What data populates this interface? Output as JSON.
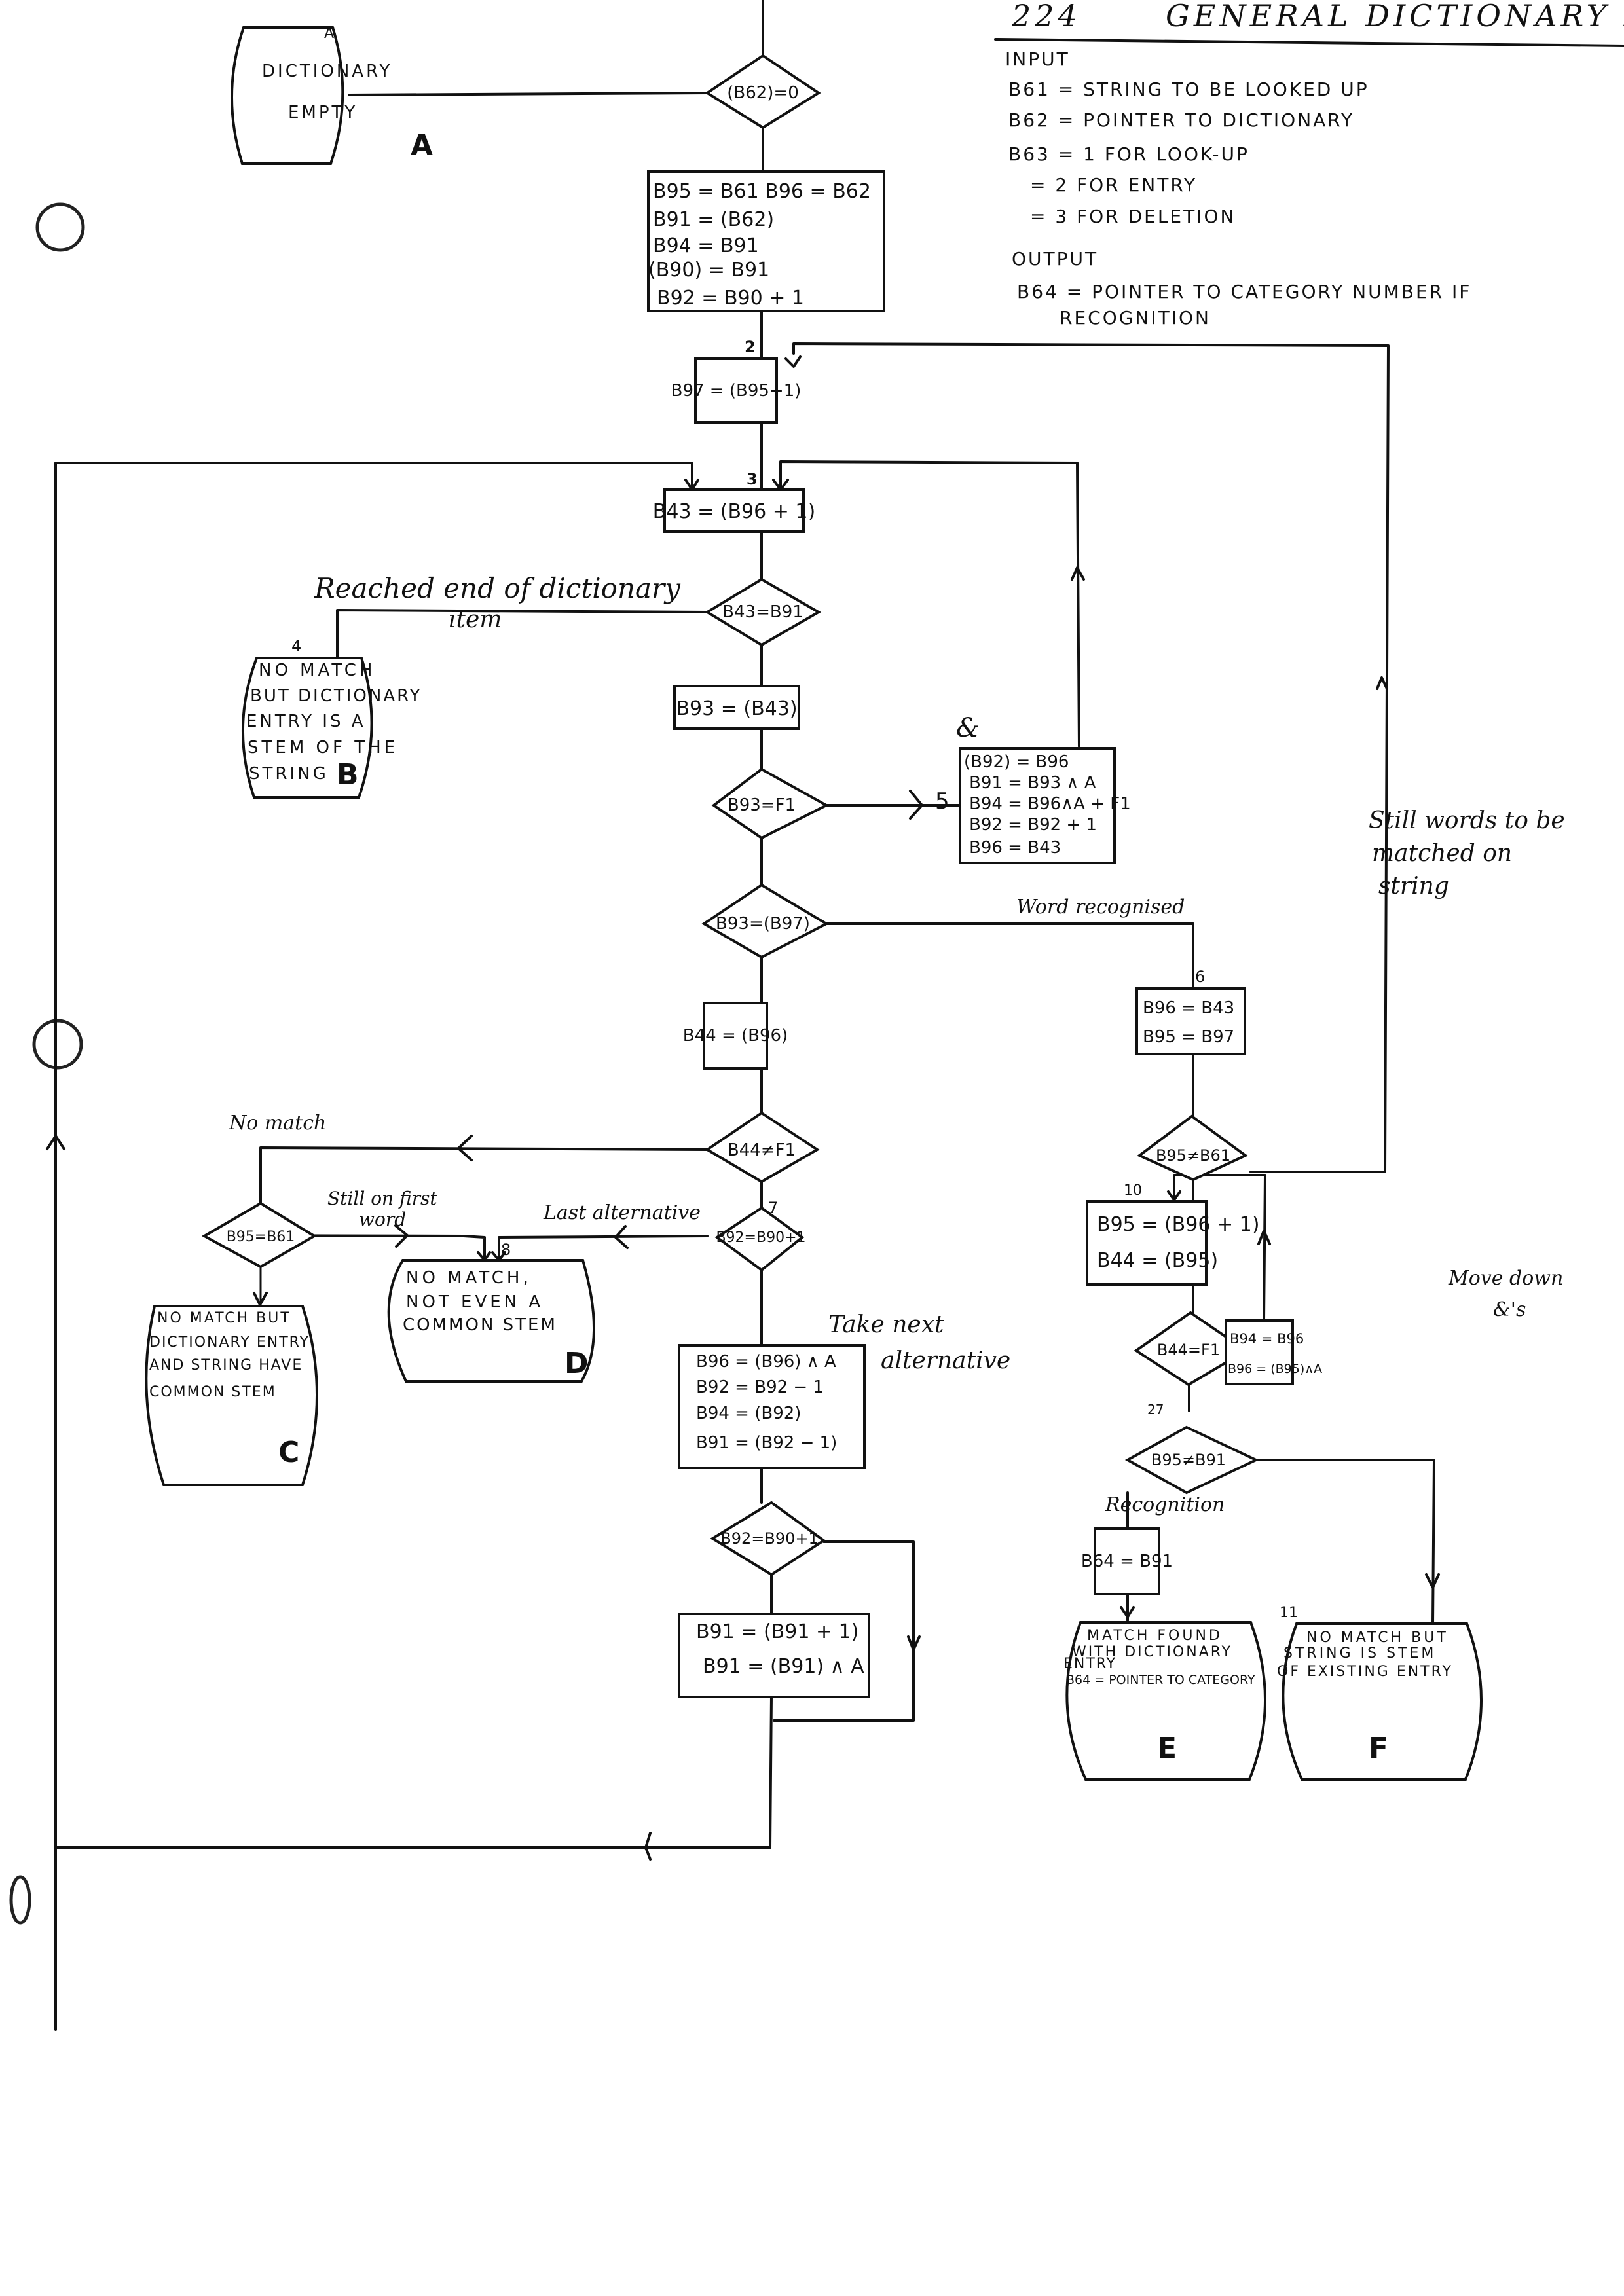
{
  "header": {
    "page_number": "224",
    "title": "GENERAL DICTIONARY ROUTINE"
  },
  "io_spec": {
    "input_heading": "INPUT",
    "inputs": [
      "B61 = STRING TO BE LOOKED UP",
      "B62 = POINTER TO DICTIONARY",
      "B63 = 1 FOR LOOK-UP",
      "= 2 FOR ENTRY",
      "= 3 FOR DELETION"
    ],
    "output_heading": "OUTPUT",
    "outputs": [
      "B64 = POINTER TO CATEGORY NUMBER IF",
      "RECOGNITION"
    ]
  },
  "terminals": {
    "A": {
      "letter": "A",
      "corner": "A",
      "lines": [
        "DICTIONARY",
        "EMPTY"
      ]
    },
    "B": {
      "letter": "B",
      "lines": [
        "NO MATCH",
        "BUT DICTIONARY",
        "ENTRY IS A",
        "STEM OF THE",
        "STRING"
      ]
    },
    "C": {
      "letter": "C",
      "lines": [
        "NO MATCH BUT",
        "DICTIONARY ENTRY",
        "AND STRING HAVE",
        "COMMON STEM"
      ]
    },
    "D": {
      "letter": "D",
      "lines": [
        "NO MATCH,",
        "NOT EVEN A",
        "COMMON STEM"
      ]
    },
    "E": {
      "letter": "E",
      "lines": [
        "MATCH FOUND",
        "WITH DICTIONARY",
        "ENTRY",
        "B64 = POINTER TO CATEGORY"
      ]
    },
    "F": {
      "letter": "F",
      "lines": [
        "NO MATCH BUT",
        "STRING IS STEM",
        "OF EXISTING ENTRY"
      ]
    }
  },
  "decisions": {
    "d1": "(B62)=0",
    "d2": "B43=B91",
    "d3": "B93=F1",
    "d4": "B93=(B97)",
    "d5": "B44≠F1",
    "d6": "B92=B90+1",
    "d7": "B95=B61",
    "d8": "B92=B90+1",
    "d9": "B95≠B61",
    "d10": "B44=F1",
    "d11": "B95≠B91"
  },
  "processes": {
    "init": [
      "B95 = B61   B96 = B62",
      "B91 = (B62)",
      "B94 = B91",
      "(B90) = B91",
      "B92 = B90 + 1"
    ],
    "p2": [
      "B97 = (B95+1)"
    ],
    "p3": [
      "B43 = (B96 + 1)"
    ],
    "p4": [
      "B93 = (B43)"
    ],
    "p5": [
      "(B92) = B96",
      "B91 = B93 ∧ A",
      "B94 = B96∧A + F1",
      "B92 = B92 + 1",
      "B96 = B43"
    ],
    "p6": [
      "B96 = B43",
      "B95 = B97"
    ],
    "p7": [
      "B44 = (B96)"
    ],
    "p8": [
      "B96 = (B96) ∧ A",
      "B92 = B92 − 1",
      "B94 = (B92)",
      "B91 = (B92 − 1)"
    ],
    "p9": [
      "B91 = (B91 + 1)",
      "B91 = (B91) ∧ A"
    ],
    "p10": [
      "B95 = (B96 + 1)",
      "B44 = (B95)"
    ],
    "p11": [
      "B94 = B96",
      "B96 = (B95)∧A"
    ],
    "p12": [
      "B64 = B91"
    ]
  },
  "connector_numbers": {
    "n2": "2",
    "n3": "3",
    "n4": "4",
    "n5": "5",
    "n6": "6",
    "n7": "7",
    "n8": "8",
    "n10": "10",
    "n11": "11",
    "n27": "27",
    "amp": "&"
  },
  "annotations": {
    "reached_end_1": "Reached end of dictionary",
    "reached_end_2": "item",
    "word_recognised": "Word recognised",
    "still_words_1": "Still words to be",
    "still_words_2": "matched on",
    "still_words_3": "string",
    "no_match": "No match",
    "still_first_1": "Still on first",
    "still_first_2": "word",
    "last_alternative": "Last alternative",
    "take_next_1": "Take next",
    "take_next_2": "alternative",
    "move_down_1": "Move down",
    "move_down_2": "&'s",
    "recognition": "Recognition"
  }
}
